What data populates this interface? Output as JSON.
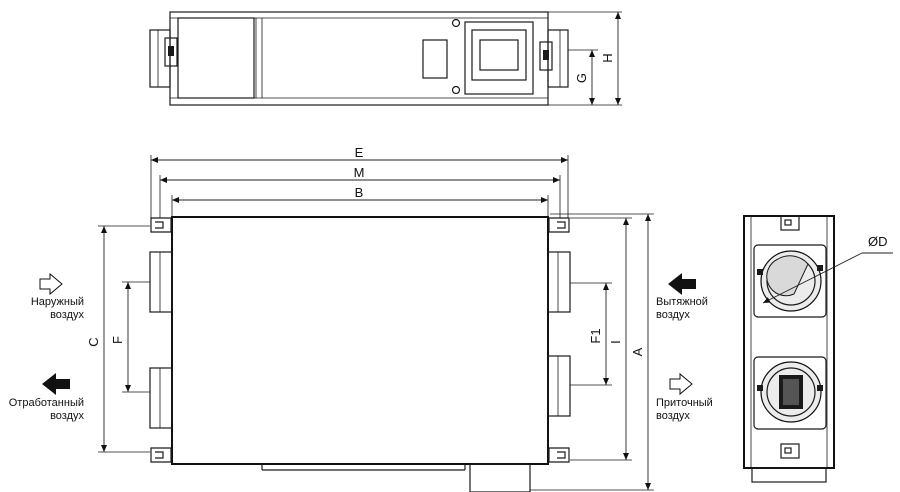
{
  "dimensions": {
    "E": "E",
    "M": "M",
    "B": "B",
    "C": "C",
    "F": "F",
    "F1": "F1",
    "I": "I",
    "A": "A",
    "G": "G",
    "H": "H",
    "D": "ØD"
  },
  "labels": {
    "outdoor_1": "Наружный",
    "outdoor_2": "воздух",
    "exhaust_out_1": "Отработанный",
    "exhaust_out_2": "воздух",
    "extract_1": "Вытяжной",
    "extract_2": "воздух",
    "supply_1": "Приточный",
    "supply_2": "воздух"
  },
  "arrows": {
    "outdoor": "hollow-arrow-right",
    "exhaust_out": "solid-arrow-left",
    "extract": "solid-arrow-left",
    "supply": "hollow-arrow-right"
  }
}
